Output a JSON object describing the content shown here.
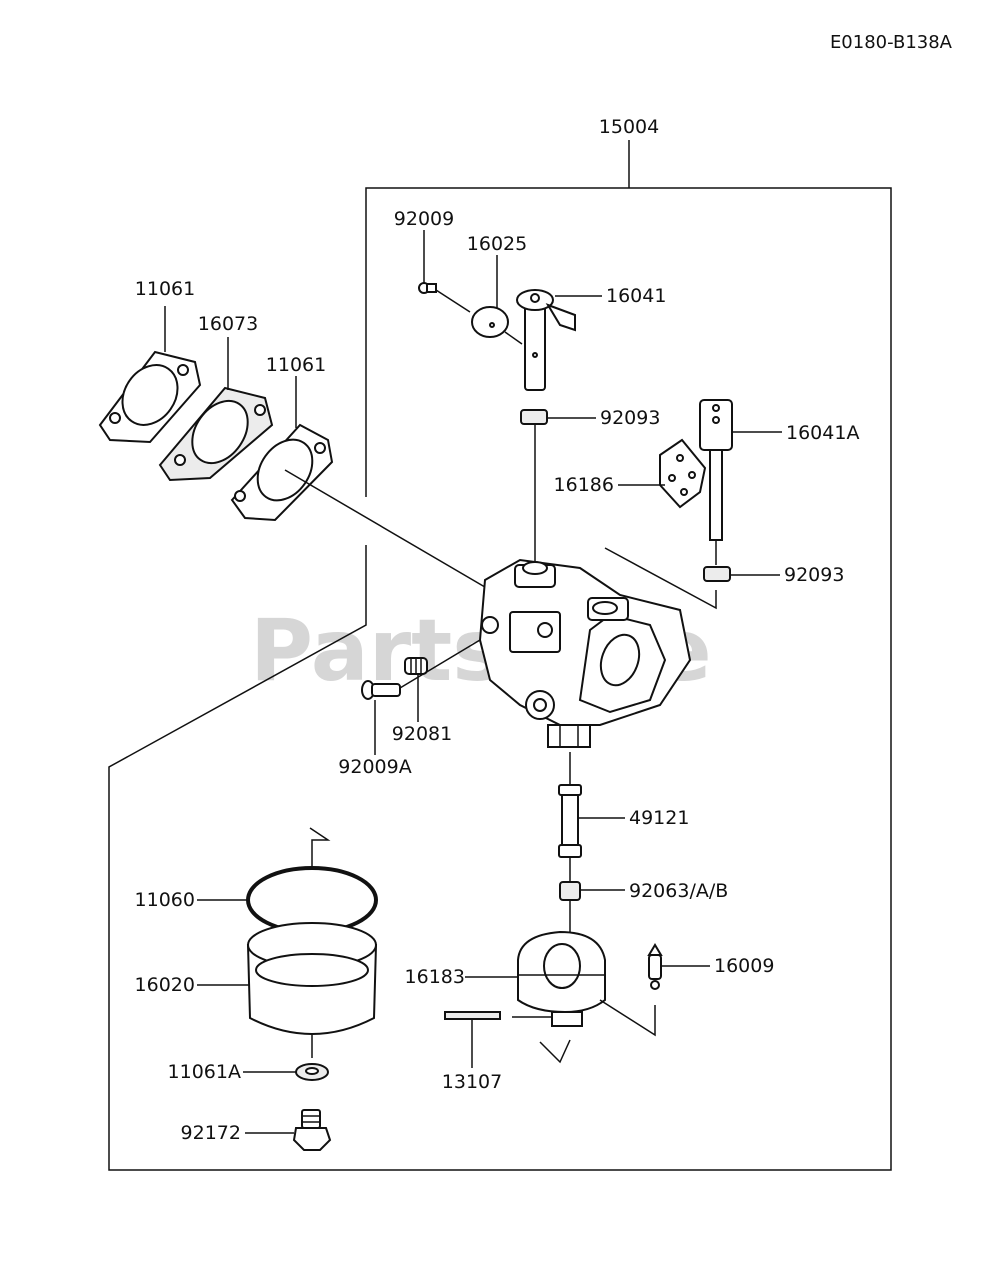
{
  "diagram_code": "E0180-B138A",
  "watermark": "PartsTree",
  "assembly_label": "15004",
  "parts": {
    "p11061_left": "11061",
    "p16073": "16073",
    "p11061_right": "11061",
    "p92009": "92009",
    "p16025": "16025",
    "p16041": "16041",
    "p92093_top": "92093",
    "p16041A": "16041A",
    "p16186": "16186",
    "p92093_mid": "92093",
    "p92081": "92081",
    "p92009A": "92009A",
    "p49121": "49121",
    "p92063": "92063/A/B",
    "p11060": "11060",
    "p16020": "16020",
    "p16183": "16183",
    "p16009": "16009",
    "p11061A": "11061A",
    "p13107": "13107",
    "p92172": "92172"
  }
}
